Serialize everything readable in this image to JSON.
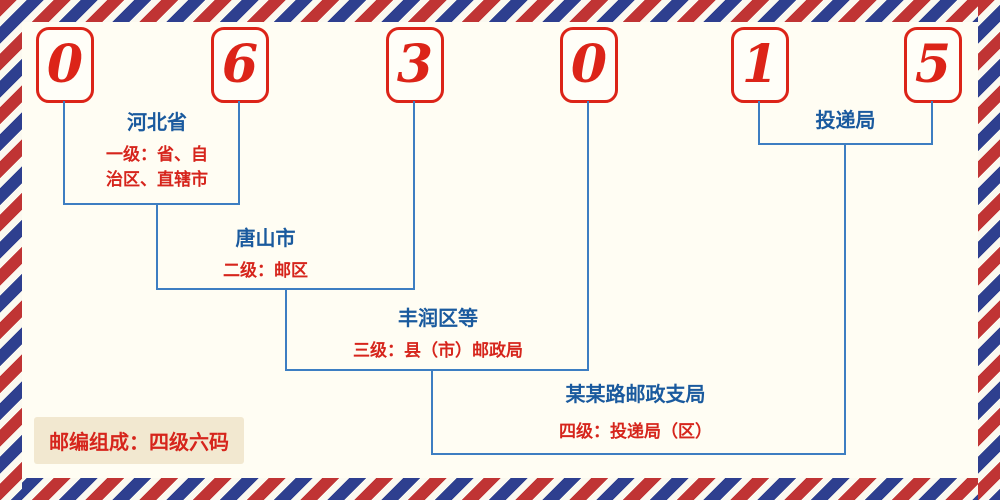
{
  "postal_code": {
    "digits": [
      "0",
      "6",
      "3",
      "0",
      "1",
      "5"
    ]
  },
  "levels": {
    "province": {
      "name": "河北省",
      "desc": "一级：省、自\n治区、直辖市"
    },
    "district": {
      "name": "唐山市",
      "desc": "二级：邮区"
    },
    "county": {
      "name": "丰润区等",
      "desc": "三级：县（市）邮政局"
    },
    "branch": {
      "name": "某某路邮政支局",
      "desc": "四级：投递局（区）"
    },
    "delivery": {
      "name": "投递局"
    }
  },
  "footer": {
    "composition_label": "邮编组成：四级六码"
  },
  "colors": {
    "digit_red": "#dc2418",
    "label_blue": "#1a5a9e",
    "desc_red": "#d6251c",
    "line_blue": "#3d7ec2",
    "stripe_red": "#c03434",
    "stripe_blue": "#2e3f8f",
    "badge_bg": "#f2e8d0"
  }
}
